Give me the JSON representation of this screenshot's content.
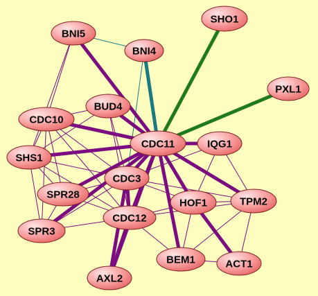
{
  "colors": {
    "background": "#fefdc0",
    "node_fill_light": "#ffd0d0",
    "node_fill_dark": "#f07a7a",
    "node_stroke": "#7a1f1f",
    "edge_purple": "#7b0d80",
    "edge_green": "#1f7a1a",
    "edge_teal": "#1a7a80"
  },
  "network": {
    "nodes": [
      {
        "id": "BNI5",
        "label": "BNI5"
      },
      {
        "id": "BNI4",
        "label": "BNI4"
      },
      {
        "id": "SHO1",
        "label": "SHO1"
      },
      {
        "id": "PXL1",
        "label": "PXL1"
      },
      {
        "id": "BUD4",
        "label": "BUD4"
      },
      {
        "id": "CDC10",
        "label": "CDC10"
      },
      {
        "id": "CDC11",
        "label": "CDC11"
      },
      {
        "id": "IQG1",
        "label": "IQG1"
      },
      {
        "id": "SHS1",
        "label": "SHS1"
      },
      {
        "id": "CDC3",
        "label": "CDC3"
      },
      {
        "id": "SPR28",
        "label": "SPR28"
      },
      {
        "id": "HOF1",
        "label": "HOF1"
      },
      {
        "id": "TPM2",
        "label": "TPM2"
      },
      {
        "id": "CDC12",
        "label": "CDC12"
      },
      {
        "id": "SPR3",
        "label": "SPR3"
      },
      {
        "id": "BEM1",
        "label": "BEM1"
      },
      {
        "id": "ACT1",
        "label": "ACT1"
      },
      {
        "id": "AXL2",
        "label": "AXL2"
      }
    ],
    "edges": [
      {
        "source": "SHO1",
        "target": "CDC11",
        "color": "green",
        "weight": "thick"
      },
      {
        "source": "PXL1",
        "target": "CDC11",
        "color": "green",
        "weight": "thick"
      },
      {
        "source": "BNI4",
        "target": "CDC11",
        "color": "teal",
        "weight": "thick"
      },
      {
        "source": "BNI5",
        "target": "BNI4",
        "color": "teal",
        "weight": "thin"
      },
      {
        "source": "BNI4",
        "target": "CDC3",
        "color": "teal",
        "weight": "thin"
      },
      {
        "source": "BNI5",
        "target": "CDC11",
        "color": "purple",
        "weight": "thick"
      },
      {
        "source": "BNI5",
        "target": "CDC10",
        "color": "purple",
        "weight": "thin"
      },
      {
        "source": "BNI5",
        "target": "SHS1",
        "color": "purple",
        "weight": "thin"
      },
      {
        "source": "BUD4",
        "target": "CDC11",
        "color": "purple",
        "weight": "thick"
      },
      {
        "source": "BUD4",
        "target": "CDC10",
        "color": "purple",
        "weight": "thin"
      },
      {
        "source": "BUD4",
        "target": "SHS1",
        "color": "purple",
        "weight": "thin"
      },
      {
        "source": "BUD4",
        "target": "CDC3",
        "color": "purple",
        "weight": "thin"
      },
      {
        "source": "BUD4",
        "target": "CDC12",
        "color": "purple",
        "weight": "thin"
      },
      {
        "source": "CDC10",
        "target": "CDC11",
        "color": "purple",
        "weight": "thick"
      },
      {
        "source": "CDC10",
        "target": "SHS1",
        "color": "purple",
        "weight": "thin"
      },
      {
        "source": "CDC10",
        "target": "CDC3",
        "color": "purple",
        "weight": "thin"
      },
      {
        "source": "CDC10",
        "target": "CDC12",
        "color": "purple",
        "weight": "thin"
      },
      {
        "source": "CDC10",
        "target": "SPR28",
        "color": "purple",
        "weight": "thin"
      },
      {
        "source": "CDC10",
        "target": "SPR3",
        "color": "purple",
        "weight": "thin"
      },
      {
        "source": "SHS1",
        "target": "CDC11",
        "color": "purple",
        "weight": "thick"
      },
      {
        "source": "SHS1",
        "target": "CDC3",
        "color": "purple",
        "weight": "thin"
      },
      {
        "source": "SHS1",
        "target": "CDC12",
        "color": "purple",
        "weight": "thin"
      },
      {
        "source": "SHS1",
        "target": "SPR28",
        "color": "purple",
        "weight": "thin"
      },
      {
        "source": "SHS1",
        "target": "SPR3",
        "color": "purple",
        "weight": "thin"
      },
      {
        "source": "CDC11",
        "target": "IQG1",
        "color": "purple",
        "weight": "thick"
      },
      {
        "source": "CDC11",
        "target": "CDC3",
        "color": "purple",
        "weight": "thick"
      },
      {
        "source": "CDC11",
        "target": "SPR28",
        "color": "purple",
        "weight": "thick"
      },
      {
        "source": "CDC11",
        "target": "HOF1",
        "color": "purple",
        "weight": "thick"
      },
      {
        "source": "CDC11",
        "target": "TPM2",
        "color": "purple",
        "weight": "thick"
      },
      {
        "source": "CDC11",
        "target": "CDC12",
        "color": "purple",
        "weight": "thick"
      },
      {
        "source": "CDC11",
        "target": "SPR3",
        "color": "purple",
        "weight": "thick"
      },
      {
        "source": "CDC11",
        "target": "BEM1",
        "color": "purple",
        "weight": "thick"
      },
      {
        "source": "CDC11",
        "target": "AXL2",
        "color": "purple",
        "weight": "thick"
      },
      {
        "source": "IQG1",
        "target": "CDC3",
        "color": "purple",
        "weight": "thin"
      },
      {
        "source": "IQG1",
        "target": "HOF1",
        "color": "purple",
        "weight": "thin"
      },
      {
        "source": "IQG1",
        "target": "TPM2",
        "color": "purple",
        "weight": "thin"
      },
      {
        "source": "CDC3",
        "target": "SPR28",
        "color": "purple",
        "weight": "thin"
      },
      {
        "source": "CDC3",
        "target": "CDC12",
        "color": "purple",
        "weight": "thick"
      },
      {
        "source": "CDC3",
        "target": "SPR3",
        "color": "purple",
        "weight": "thin"
      },
      {
        "source": "CDC3",
        "target": "HOF1",
        "color": "purple",
        "weight": "thin"
      },
      {
        "source": "CDC3",
        "target": "TPM2",
        "color": "purple",
        "weight": "thin"
      },
      {
        "source": "CDC3",
        "target": "AXL2",
        "color": "purple",
        "weight": "thick"
      },
      {
        "source": "SPR28",
        "target": "CDC12",
        "color": "purple",
        "weight": "thin"
      },
      {
        "source": "SPR28",
        "target": "SPR3",
        "color": "purple",
        "weight": "thin"
      },
      {
        "source": "CDC12",
        "target": "SPR3",
        "color": "purple",
        "weight": "thin"
      },
      {
        "source": "CDC12",
        "target": "HOF1",
        "color": "purple",
        "weight": "thin"
      },
      {
        "source": "CDC12",
        "target": "BEM1",
        "color": "purple",
        "weight": "thin"
      },
      {
        "source": "CDC12",
        "target": "AXL2",
        "color": "purple",
        "weight": "thick"
      },
      {
        "source": "CDC12",
        "target": "TPM2",
        "color": "purple",
        "weight": "thin"
      },
      {
        "source": "HOF1",
        "target": "TPM2",
        "color": "purple",
        "weight": "thin"
      },
      {
        "source": "HOF1",
        "target": "BEM1",
        "color": "purple",
        "weight": "thin"
      },
      {
        "source": "HOF1",
        "target": "ACT1",
        "color": "purple",
        "weight": "thick"
      },
      {
        "source": "TPM2",
        "target": "ACT1",
        "color": "purple",
        "weight": "thin"
      },
      {
        "source": "TPM2",
        "target": "BEM1",
        "color": "purple",
        "weight": "thin"
      },
      {
        "source": "BEM1",
        "target": "ACT1",
        "color": "purple",
        "weight": "thin"
      }
    ]
  }
}
